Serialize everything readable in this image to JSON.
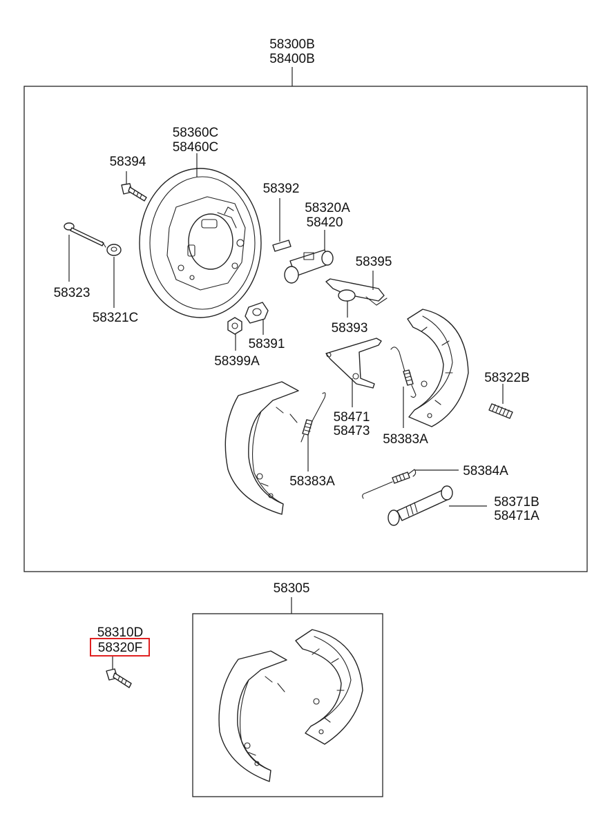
{
  "colors": {
    "line": "#222222",
    "text": "#111111",
    "highlight": "#e02020",
    "background": "#ffffff"
  },
  "labels": {
    "assembly_top_1": "58300B",
    "assembly_top_2": "58400B",
    "backing_plate_1": "58360C",
    "backing_plate_2": "58460C",
    "bolt_58394": "58394",
    "pin_58323": "58323",
    "cup_58321c": "58321C",
    "plug_58392": "58392",
    "wheel_cyl_1": "58320A",
    "wheel_cyl_2": "58420",
    "lever_pin_58395": "58395",
    "strut_58393": "58393",
    "grommet_58391": "58391",
    "nut_58399a": "58399A",
    "lever_1": "58471",
    "lever_2": "58473",
    "spring_58322b": "58322B",
    "spring_upper_58383a": "58383A",
    "spring_lower_58383a": "58383A",
    "spring_58384a": "58384A",
    "adjuster_1": "58371B",
    "adjuster_2": "58471A",
    "shoe_kit": "58305",
    "bolt_1": "58310D",
    "bolt_2_selected": "58320F"
  }
}
